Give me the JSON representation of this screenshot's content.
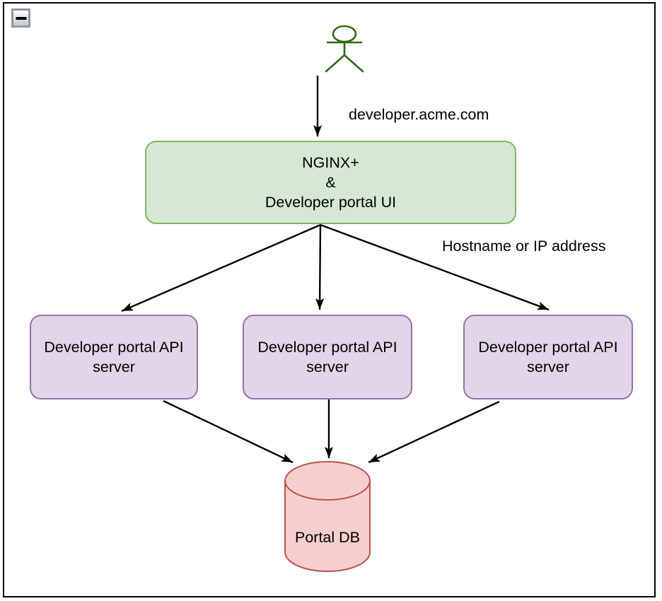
{
  "diagram": {
    "controls": {
      "collapse_button": {
        "icon": "minus-icon",
        "state": "expanded"
      }
    },
    "actor": {
      "name": "user"
    },
    "edge_labels": {
      "ingress_url": "developer.acme.com",
      "backend_routing": "Hostname or IP address"
    },
    "nodes": {
      "nginx": {
        "lines": [
          "NGINX+",
          "&",
          "Developer portal UI"
        ]
      },
      "api_servers": [
        {
          "label": "Developer portal API server"
        },
        {
          "label": "Developer portal API server"
        },
        {
          "label": "Developer portal API server"
        }
      ],
      "database": {
        "label": "Portal DB"
      }
    },
    "colors": {
      "nginx_fill": "#d5e8d4",
      "nginx_stroke": "#82b366",
      "api_fill": "#e1d5e7",
      "api_stroke": "#9673a6",
      "db_fill": "#f8cecc",
      "db_stroke": "#b85450",
      "actor_fill": "#4c9c2e",
      "actor_stroke": "#2d6b16",
      "edge_color": "#000000",
      "frame_border": "#000000"
    }
  }
}
